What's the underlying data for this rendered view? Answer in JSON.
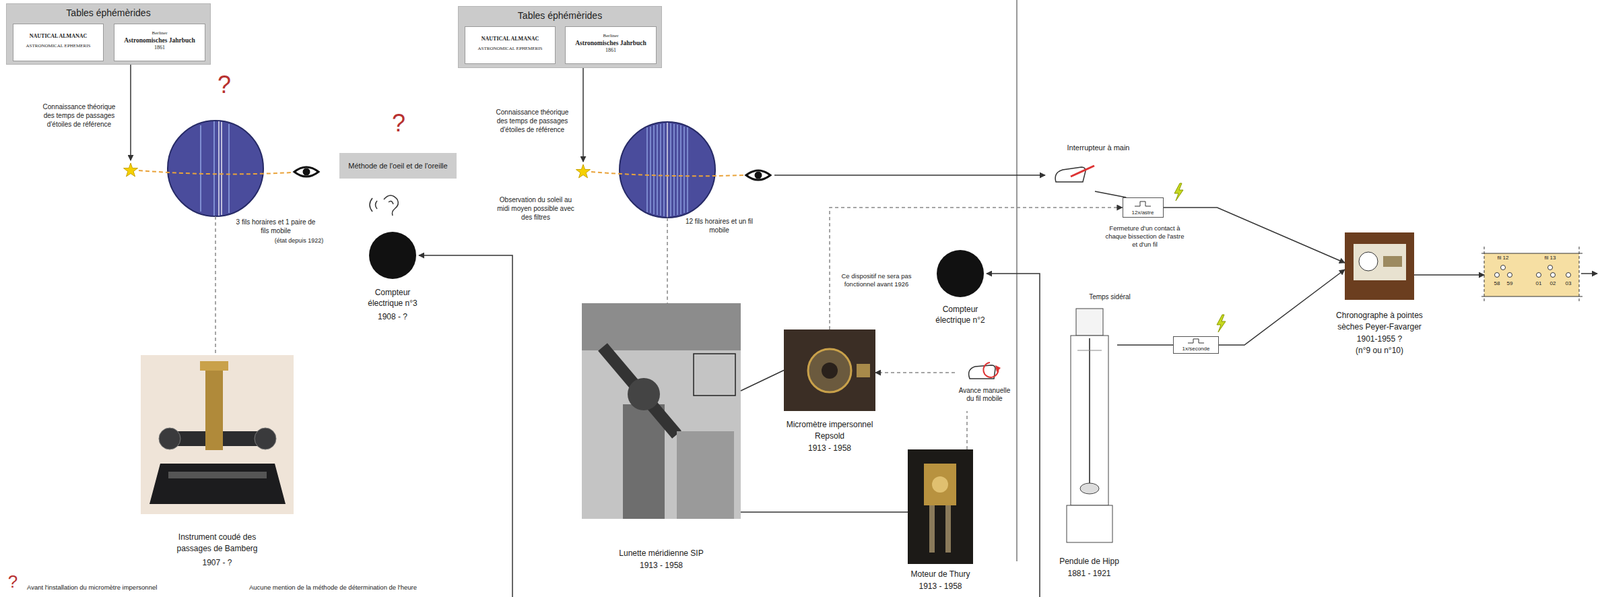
{
  "diagram": {
    "nodes": [
      {
        "text": [
          "Tables éphémèrides"
        ]
      },
      {
        "text": [
          "NAUTICAL ALMANAC",
          "ASTRONOMICAL EPHEMERIS"
        ],
        "in": 0
      },
      {
        "text": [
          "Berliner",
          "Astronomisches Jahrbuch",
          "1861"
        ],
        "in": 0
      },
      {
        "text": [
          "3 fils horaires et 1 paire de fils mobile",
          "(état depuis 1922)"
        ]
      },
      {
        "text": [
          "Méthode de l'oeil et de l'oreille"
        ]
      },
      {
        "text": [
          "Compteur électrique n°3",
          "1908 - ?"
        ]
      },
      {
        "text": [
          "Instrument coudé des passages de Bamberg",
          "1907 - ?"
        ]
      },
      {
        "text": [
          "Tables éphémèrides"
        ]
      },
      {
        "text": [
          "NAUTICAL ALMANAC",
          "ASTRONOMICAL EPHEMERIS"
        ],
        "in": 7
      },
      {
        "text": [
          "Berliner",
          "Astronomisches Jahrbuch",
          "1861"
        ],
        "in": 7
      },
      {
        "text": [
          "12 fils horaires et un fil mobile"
        ]
      },
      {
        "text": [
          "Lunette méridienne SIP",
          "1913 - 1958"
        ]
      },
      {
        "text": [
          "Micromètre impersonnel Repsold",
          "1913 - 1958"
        ]
      },
      {
        "text": [
          "Compteur électrique n°2"
        ]
      },
      {
        "text": [
          "Avance manuelle du fil mobile"
        ]
      },
      {
        "text": [
          "Moteur de Thury",
          "1913 - 1958"
        ]
      },
      {
        "text": [
          "Interrupteur à main"
        ]
      },
      {
        "text": [
          "12x/astre"
        ]
      },
      {
        "text": [
          "Pendule de Hipp",
          "1881 - 1921"
        ]
      },
      {
        "text": [
          "1x/seconde"
        ]
      },
      {
        "text": [
          "Chronographe à pointes sèches Peyer-Favarger",
          "1901-1955 ?",
          "(n°9 ou n°10)"
        ]
      },
      {
        "text": [
          "fil 12",
          "fil 13",
          "58",
          "59",
          "01",
          "02",
          "03"
        ]
      }
    ],
    "edges": [
      {
        "from": 3,
        "to": 6,
        "arrow": "none"
      },
      {
        "from": 10,
        "to": 11,
        "arrow": "none"
      },
      {
        "from": 11,
        "to": 12,
        "arrow": "none"
      },
      {
        "from": 11,
        "to": 15,
        "arrow": "none"
      },
      {
        "from": 15,
        "to": 14,
        "arrow": "none"
      },
      {
        "from": 14,
        "to": 12,
        "arrow": "to"
      },
      {
        "from": 12,
        "to": 17,
        "arrow": "to"
      },
      {
        "from": 16,
        "to": 17,
        "arrow": "none"
      },
      {
        "from": 17,
        "to": 20,
        "arrow": "to"
      },
      {
        "from": 18,
        "to": 19,
        "arrow": "none"
      },
      {
        "from": 19,
        "to": 20,
        "arrow": "to"
      },
      {
        "from": 20,
        "to": 21,
        "arrow": "to"
      }
    ],
    "labels": [
      "?",
      "Connaissance théorique des temps de passages d'étoiles de référence",
      "?",
      "Connaissance théorique des temps de passages d'étoiles de référence",
      "Observation du soleil au midi moyen possible avec des filtres",
      "Ce dispositif ne sera pas fonctionnel avant 1926",
      "Fermeture d'un contact à chaque bissection de l'astre et d'un fil",
      "Temps sidéral",
      "?",
      "Avant l'installation du micromètre impersonnel",
      "Aucune mention de la méthode de détermination de l'heure"
    ]
  }
}
